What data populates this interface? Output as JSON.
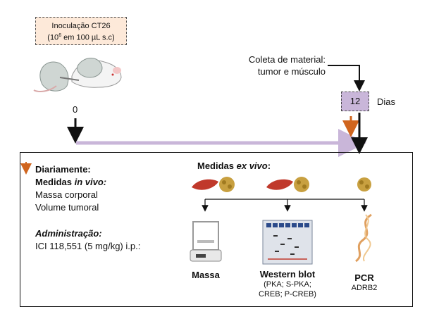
{
  "inoculation": {
    "line1": "Inoculação CT26",
    "line2_base": "(10",
    "line2_sup": "6",
    "line2_rest": " em 100 µL s.c)"
  },
  "timeline": {
    "start_label": "0",
    "end_label": "12",
    "unit_label": "Dias",
    "line_color": "#c9b6d9"
  },
  "collection": {
    "line1": "Coleta de material:",
    "line2": "tumor e músculo"
  },
  "daily": {
    "title": "Diariamente:",
    "invivo_prefix": "Medidas ",
    "invivo_italic": "in vivo:",
    "items": [
      "Massa corporal",
      "Volume tumoral"
    ],
    "admin_title": "Administração:",
    "admin_text": "ICI 118,551 (5 mg/kg) i.p.:"
  },
  "exvivo": {
    "title_prefix": "Medidas ",
    "title_italic": "ex vivo",
    "title_suffix": ":",
    "massa_label": "Massa",
    "wb_label": "Western blot",
    "wb_detail_1": "(PKA; S-PKA;",
    "wb_detail_2": "CREB; P-CREB)",
    "pcr_label": "PCR",
    "pcr_detail": "ADRB2"
  },
  "colors": {
    "orange_arrow": "#d0651e",
    "muscle": "#c0392b",
    "tumor": "#c8a040"
  }
}
